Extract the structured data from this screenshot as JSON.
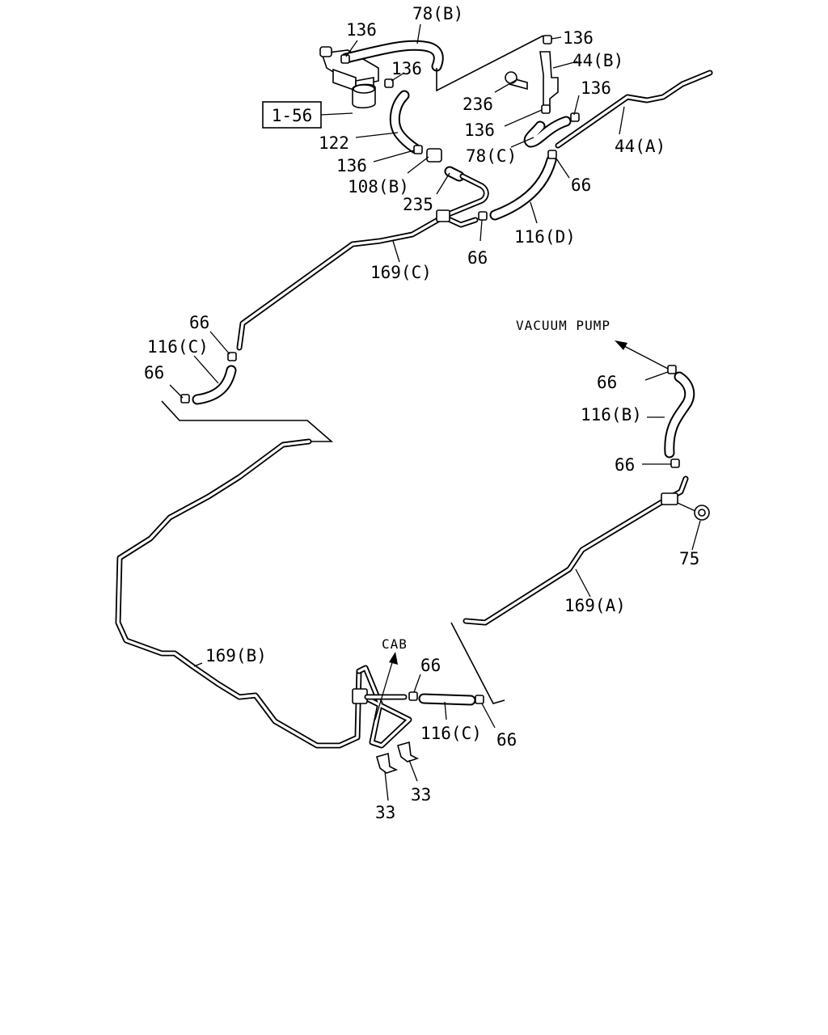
{
  "diagram": {
    "directions": {
      "vacuum_pump": "VACUUM PUMP",
      "cab": "CAB"
    },
    "reference_box": "1-56",
    "callouts": {
      "c78b": "78(B)",
      "c136a": "136",
      "c136b": "136",
      "c136c": "136",
      "c44b": "44(B)",
      "c236": "236",
      "c136d": "136",
      "c136e": "136",
      "c78c": "78(C)",
      "c44a": "44(A)",
      "c122": "122",
      "c136f": "136",
      "c108b": "108(B)",
      "c235": "235",
      "c66a": "66",
      "c116d": "116(D)",
      "c66b": "66",
      "c169c": "169(C)",
      "c66c": "66",
      "c116c_top": "116(C)",
      "c66d": "66",
      "c66e": "66",
      "c116b": "116(B)",
      "c66f": "66",
      "c75": "75",
      "c169a": "169(A)",
      "c169b": "169(B)",
      "c66g": "66",
      "c116c_bot": "116(C)",
      "c66h": "66",
      "c33a": "33",
      "c33b": "33"
    }
  }
}
